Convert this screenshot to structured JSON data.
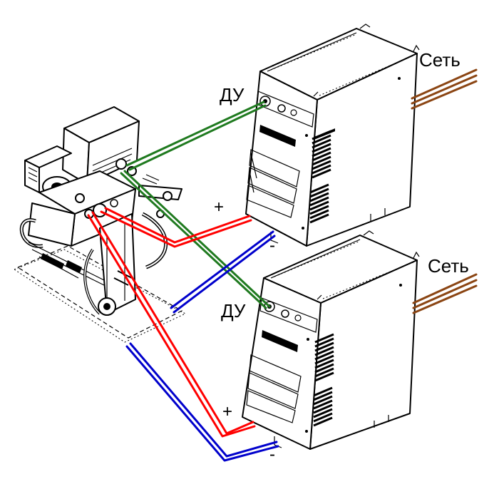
{
  "labels": {
    "mains_top": "Сеть",
    "mains_bottom": "Сеть",
    "remote_top": "ДУ",
    "remote_bottom": "ДУ",
    "plus_top": "+",
    "minus_top": "-",
    "plus_bottom": "+",
    "minus_bottom": "-"
  },
  "colors": {
    "mains_cable": "#8B4513",
    "control_cable": "#1f7a1f",
    "positive_cable": "#ff0000",
    "negative_cable": "#0000cc",
    "outline": "#000000"
  }
}
